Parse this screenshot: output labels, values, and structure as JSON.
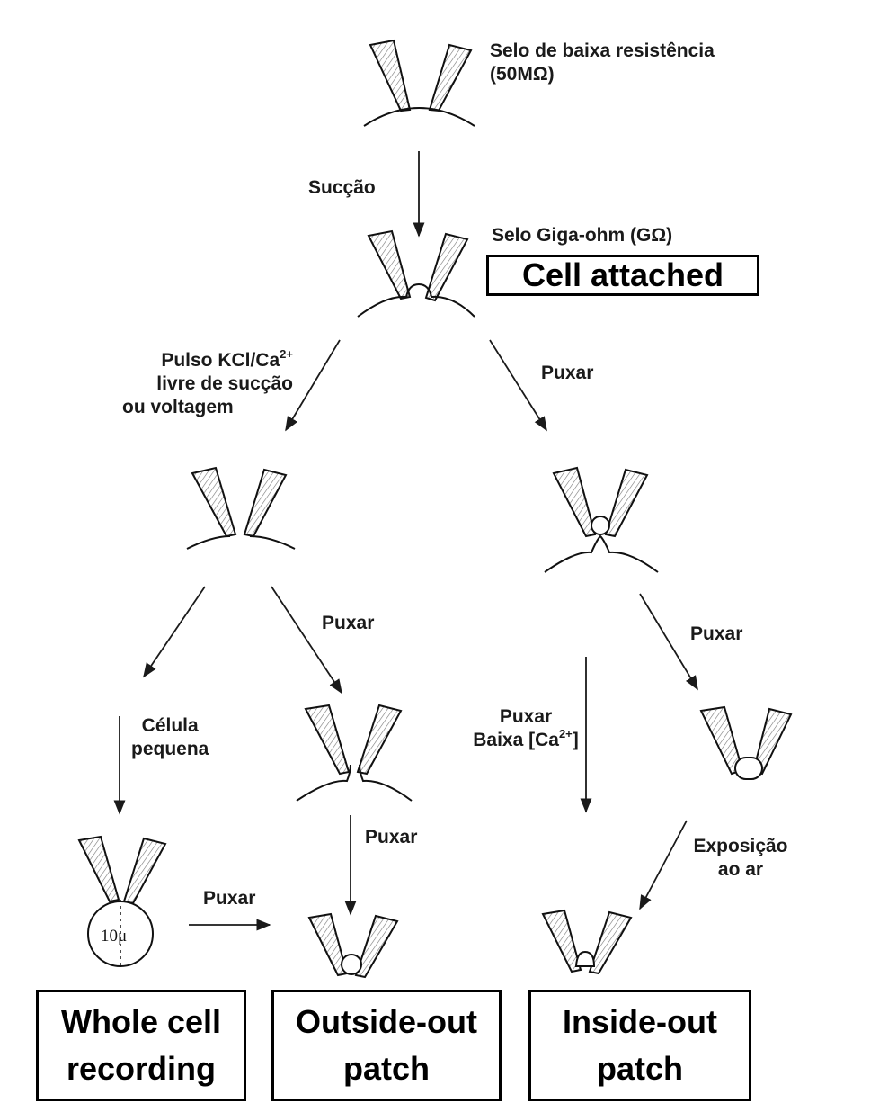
{
  "states": {
    "low_seal": [
      "Selo de baixa resistência",
      "(50MΩ)"
    ],
    "giga_seal": "Selo Giga-ohm (GΩ)",
    "cell_attached": "Cell attached"
  },
  "steps": {
    "suction": "Sucção",
    "pulse_line1": "Pulso KCl/Ca",
    "pulse_sup": "2+",
    "pulse_line2": "livre de sucção",
    "pulse_line3": "ou voltagem",
    "pull_right_top": "Puxar",
    "pull_left_mid": "Puxar",
    "small_cell": [
      "Célula",
      "pequena"
    ],
    "pull_low_ca_line1": "Puxar",
    "pull_low_ca_line2a": "Baixa [Ca",
    "pull_low_ca_sup": "2+",
    "pull_low_ca_line2b": "]",
    "pull_right_mid": "Puxar",
    "pull_center": "Puxar",
    "pull_whole_cell": "Puxar",
    "air_exposure": [
      "Exposição",
      "ao ar"
    ],
    "size_label": "10μ"
  },
  "outcomes": {
    "whole_cell": [
      "Whole cell",
      "recording"
    ],
    "outside_out": [
      "Outside-out",
      "patch"
    ],
    "inside_out": [
      "Inside-out",
      "patch"
    ]
  }
}
